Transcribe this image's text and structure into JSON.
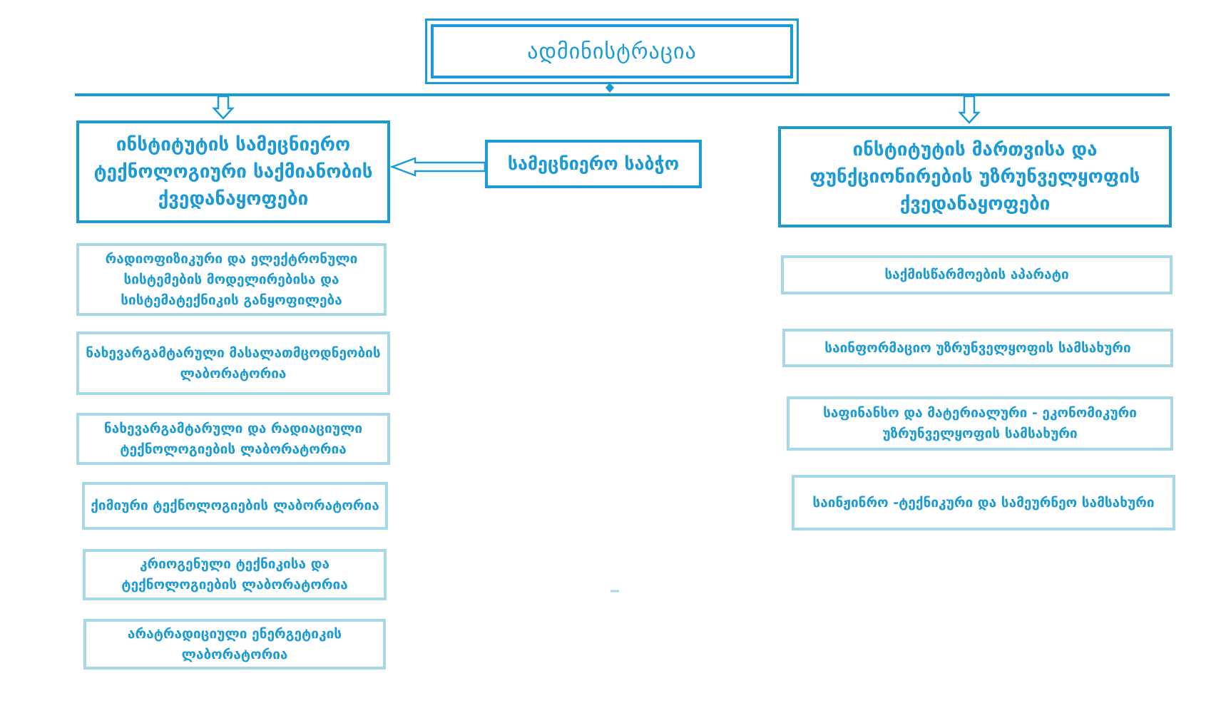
{
  "administration": {
    "label": "ადმინისტრაცია"
  },
  "scientific_council": {
    "label": "სამეცნიერო საბჭო"
  },
  "left_division": {
    "label": "ინსტიტუტის სამეცნიერო ტექნოლოგიური საქმიანობის ქვედანაყოფები"
  },
  "right_division": {
    "label": "ინსტიტუტის მართვისა და ფუნქციონირების უზრუნველყოფის ქვედანაყოფები"
  },
  "left_units": [
    {
      "label": "რადიოფიზიკური და ელექტრონული სისტემების მოდელირებისა და სისტემატექნიკის განყოფილება"
    },
    {
      "label": "ნახევარგამტარული მასალათმცოდნეობის ლაბორატორია"
    },
    {
      "label": "ნახევარგამტარული და რადიაციული ტექნოლოგიების ლაბორატორია"
    },
    {
      "label": "ქიმიური ტექნოლოგიების ლაბორატორია"
    },
    {
      "label": "კრიოგენული ტექნიკისა და ტექნოლოგიების ლაბორატორია"
    },
    {
      "label": "არატრადიციული ენერგეტიკის ლაბორატორია"
    }
  ],
  "right_units": [
    {
      "label": "საქმისწარმოების აპარატი"
    },
    {
      "label": "საინფორმაციო უზრუნველყოფის სამსახური"
    },
    {
      "label": "საფინანსო და მატერიალური - ეკონომიკური უზრუნველყოფის სამსახური"
    },
    {
      "label": "საინჟინრო -ტექნიკური და სამეურნეო სამსახური"
    }
  ],
  "colors": {
    "primary": "#1a9bd6",
    "light_border": "#a6d8e6",
    "background": "#ffffff"
  }
}
